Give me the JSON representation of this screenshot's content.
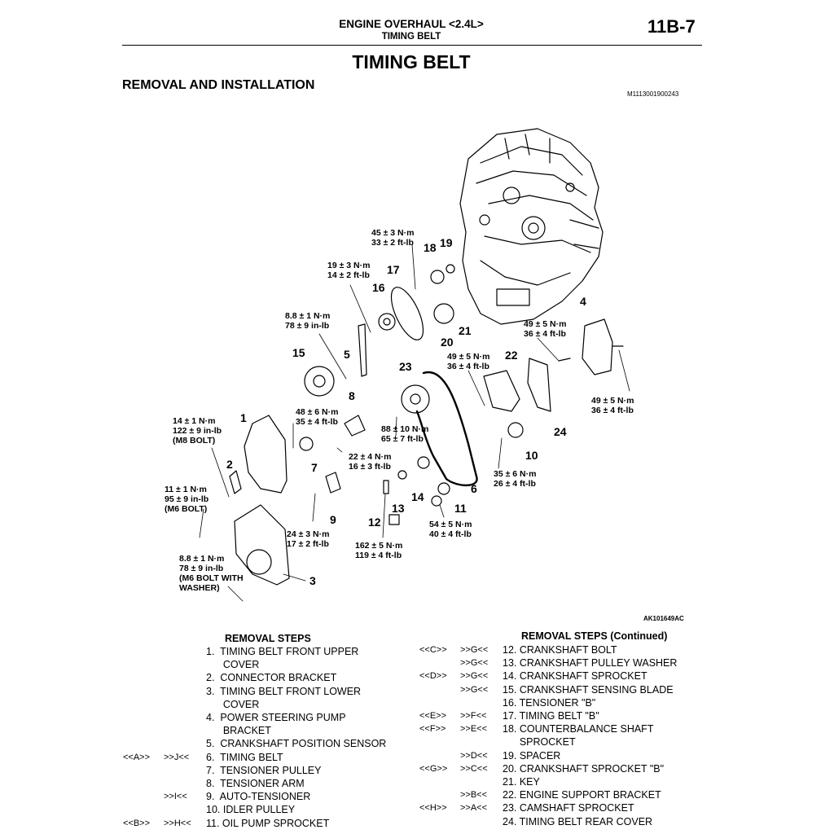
{
  "header": {
    "title": "ENGINE OVERHAUL <2.4L>",
    "subtitle": "TIMING BELT",
    "page": "11B-7"
  },
  "page_title": "TIMING BELT",
  "section_title": "REMOVAL AND INSTALLATION",
  "doc_id": "M1113001900243",
  "figure_id": "AK101649AC",
  "callouts": [
    "1",
    "2",
    "3",
    "4",
    "5",
    "6",
    "7",
    "8",
    "9",
    "10",
    "11",
    "12",
    "13",
    "14",
    "15",
    "16",
    "17",
    "18",
    "19",
    "20",
    "21",
    "22",
    "23",
    "24"
  ],
  "torques": [
    "45 ± 3 N·m\n33 ± 2 ft-lb",
    "19 ± 3 N·m\n14 ± 2 ft-lb",
    "8.8 ± 1 N·m\n78 ± 9 in-lb",
    "49 ± 5 N·m\n36 ± 4 ft-lb",
    "49 ± 5 N·m\n36 ± 4 ft-lb",
    "49 ± 5 N·m\n36 ± 4 ft-lb",
    "48 ± 6 N·m\n35 ± 4 ft-lb",
    "14 ± 1 N·m\n122 ± 9 in-lb\n(M8 BOLT)",
    "88 ± 10 N·m\n65 ± 7 ft-lb",
    "22 ± 4 N·m\n16 ± 3 ft-lb",
    "11 ± 1 N·m\n95 ± 9 in-lb\n(M6 BOLT)",
    "35 ± 6 N·m\n26 ± 4 ft-lb",
    "24 ± 3 N·m\n17 ± 2 ft-lb",
    "54 ± 5 N·m\n40 ± 4 ft-lb",
    "162 ± 5 N·m\n119 ± 4 ft-lb",
    "8.8 ± 1 N·m\n78 ± 9 in-lb\n(M6 BOLT WITH\nWASHER)"
  ],
  "removal_steps": {
    "heading": "REMOVAL STEPS",
    "items": [
      {
        "m1": "",
        "m2": "",
        "text": "1.  TIMING BELT FRONT UPPER"
      },
      {
        "m1": "",
        "m2": "",
        "text": "      COVER"
      },
      {
        "m1": "",
        "m2": "",
        "text": "2.  CONNECTOR BRACKET"
      },
      {
        "m1": "",
        "m2": "",
        "text": "3.  TIMING BELT FRONT LOWER"
      },
      {
        "m1": "",
        "m2": "",
        "text": "      COVER"
      },
      {
        "m1": "",
        "m2": "",
        "text": "4.  POWER STEERING PUMP"
      },
      {
        "m1": "",
        "m2": "",
        "text": "      BRACKET"
      },
      {
        "m1": "",
        "m2": "",
        "text": "5.  CRANKSHAFT POSITION SENSOR"
      },
      {
        "m1": "<<A>>",
        "m2": ">>J<<",
        "text": "6.  TIMING BELT"
      },
      {
        "m1": "",
        "m2": "",
        "text": "7.  TENSIONER PULLEY"
      },
      {
        "m1": "",
        "m2": "",
        "text": "8.  TENSIONER ARM"
      },
      {
        "m1": "",
        "m2": ">>I<<",
        "text": "9.  AUTO-TENSIONER"
      },
      {
        "m1": "",
        "m2": "",
        "text": "10. IDLER PULLEY"
      },
      {
        "m1": "<<B>>",
        "m2": ">>H<<",
        "text": "11. OIL PUMP SPROCKET"
      }
    ]
  },
  "removal_steps_cont": {
    "heading": "REMOVAL STEPS (Continued)",
    "items": [
      {
        "m1": "<<C>>",
        "m2": ">>G<<",
        "text": "12. CRANKSHAFT BOLT"
      },
      {
        "m1": "",
        "m2": ">>G<<",
        "text": "13. CRANKSHAFT PULLEY WASHER"
      },
      {
        "m1": "<<D>>",
        "m2": ">>G<<",
        "text": "14. CRANKSHAFT SPROCKET"
      },
      {
        "m1": "",
        "m2": ">>G<<",
        "text": "15. CRANKSHAFT SENSING BLADE"
      },
      {
        "m1": "",
        "m2": "",
        "text": "16. TENSIONER \"B\""
      },
      {
        "m1": "<<E>>",
        "m2": ">>F<<",
        "text": "17. TIMING BELT \"B\""
      },
      {
        "m1": "<<F>>",
        "m2": ">>E<<",
        "text": "18. COUNTERBALANCE SHAFT"
      },
      {
        "m1": "",
        "m2": "",
        "text": "      SPROCKET"
      },
      {
        "m1": "",
        "m2": ">>D<<",
        "text": "19. SPACER"
      },
      {
        "m1": "<<G>>",
        "m2": ">>C<<",
        "text": "20. CRANKSHAFT SPROCKET \"B\""
      },
      {
        "m1": "",
        "m2": "",
        "text": "21. KEY"
      },
      {
        "m1": "",
        "m2": ">>B<<",
        "text": "22. ENGINE SUPPORT BRACKET"
      },
      {
        "m1": "<<H>>",
        "m2": ">>A<<",
        "text": "23. CAMSHAFT SPROCKET"
      },
      {
        "m1": "",
        "m2": "",
        "text": "24. TIMING BELT REAR COVER"
      }
    ]
  }
}
